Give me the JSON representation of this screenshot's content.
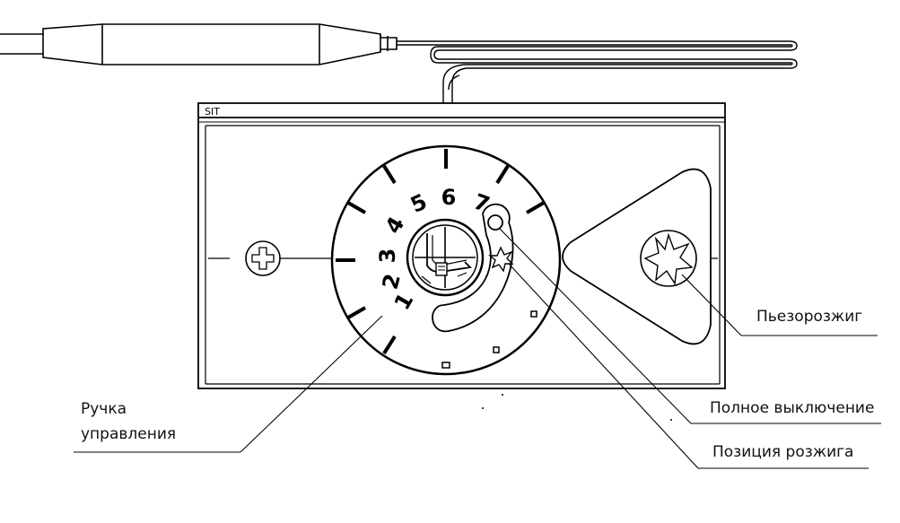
{
  "device": {
    "brand": "SIT",
    "dial_numbers": [
      "1",
      "2",
      "3",
      "4",
      "5",
      "6",
      "7"
    ]
  },
  "callouts": {
    "piezo": "Пьезорозжиг",
    "full_off": "Полное выключение",
    "ignition_position": "Позиция розжига",
    "knob_line1": "Ручка",
    "knob_line2": "управления"
  }
}
